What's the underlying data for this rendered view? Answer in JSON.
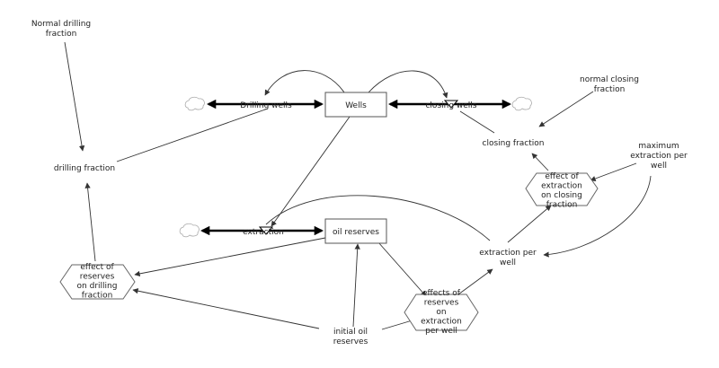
{
  "diagram": {
    "stocks": {
      "wells": "Wells",
      "oil_reserves": "oil reserves"
    },
    "flows": {
      "drilling_wells": "Drilling wells",
      "closing_wells": "closing wells",
      "extraction": "extraction"
    },
    "variables": {
      "normal_drilling_fraction": [
        "Normal drilling",
        "fraction"
      ],
      "drilling_fraction": [
        "drilling fraction"
      ],
      "normal_closing_fraction": [
        "normal closing",
        "fraction"
      ],
      "closing_fraction": [
        "closing fraction"
      ],
      "maximum_extraction_per_well": [
        "maximum",
        "extraction per",
        "well"
      ],
      "extraction_per_well": [
        "extraction per",
        "well"
      ],
      "initial_oil_reserves": [
        "initial oil",
        "reserves"
      ]
    },
    "lookups": {
      "effect_of_extraction_on_closing_fraction": [
        "effect of",
        "extraction",
        "on closing",
        "fraction"
      ],
      "effect_of_reserves_on_drilling_fraction": [
        "effect of",
        "reserves",
        "on drilling",
        "fraction"
      ],
      "effects_of_reserves_on_extraction_per_well": [
        "effects of",
        "reserves",
        "on",
        "extraction",
        "per well"
      ]
    }
  }
}
